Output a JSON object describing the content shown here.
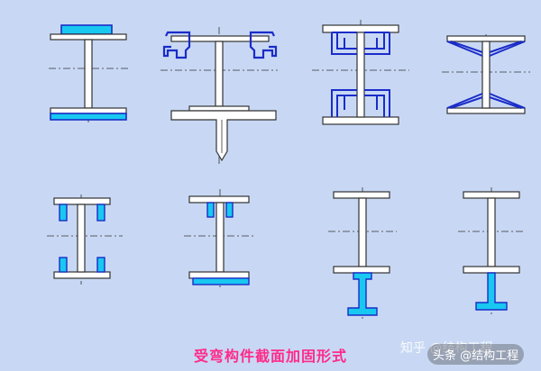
{
  "figure": {
    "caption": "受弯构件截面加固形式",
    "colors": {
      "background": "#c8d8f4",
      "section_fill": "#ffffff",
      "section_stroke": "#333333",
      "reinforcement_fill": "#18c8f0",
      "reinforcement_stroke": "#1a2cc8",
      "centerline": "#333333",
      "caption": "#ff2a8a"
    },
    "sections": [
      {
        "name": "section-cover-plates-both-flanges"
      },
      {
        "name": "section-channel-brackets-on-top-flange"
      },
      {
        "name": "section-channel-wraps-both-flanges"
      },
      {
        "name": "section-diagonal-bracing-both-flanges"
      },
      {
        "name": "section-angles-at-flange-tips"
      },
      {
        "name": "section-angles-top-plate-bottom"
      },
      {
        "name": "section-tee-added-below"
      },
      {
        "name": "section-small-tee-added-below"
      }
    ]
  },
  "watermarks": {
    "zhihu": "知乎 @结构工程",
    "toutiao": "头条 @结构工程"
  }
}
